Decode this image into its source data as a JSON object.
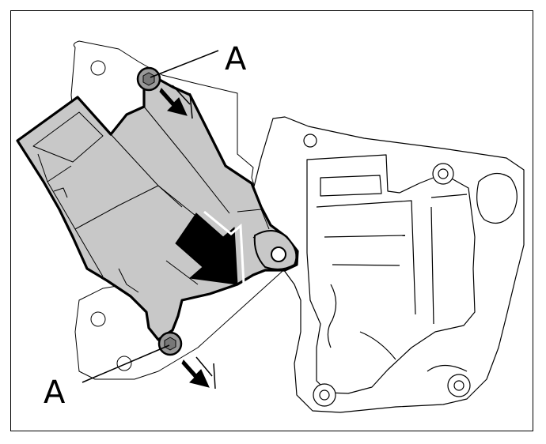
{
  "diagram": {
    "callouts": [
      {
        "id": "top",
        "label": "A"
      },
      {
        "id": "bottom",
        "label": "A"
      }
    ],
    "colors": {
      "actuator_fill": "#c8c8c8",
      "outline": "#000000",
      "background": "#ffffff",
      "arrow": "#000000"
    }
  }
}
